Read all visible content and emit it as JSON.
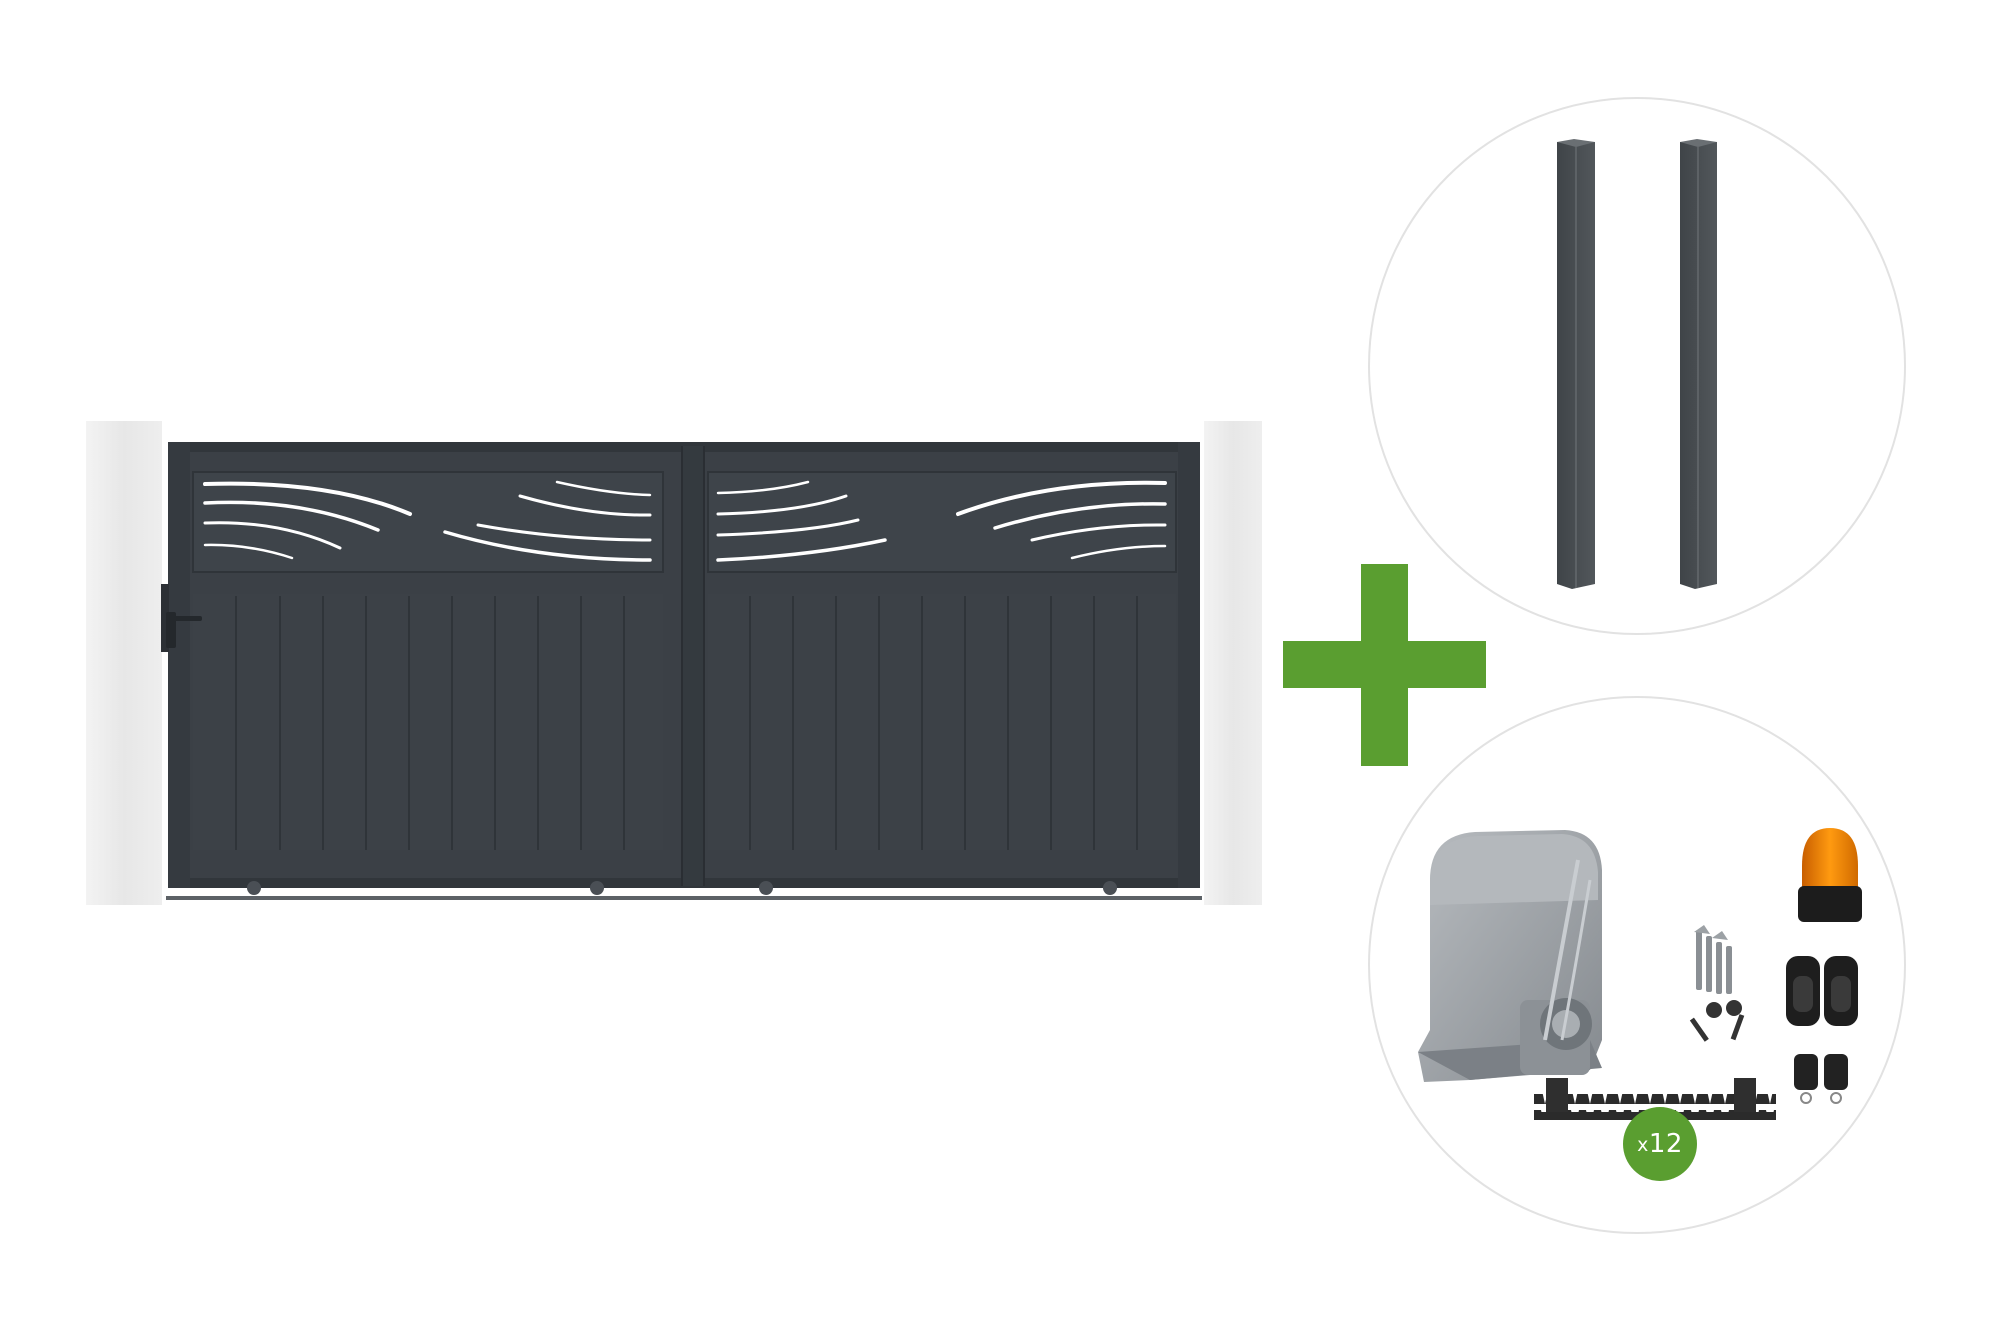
{
  "colors": {
    "gate": "#3b4046",
    "gate_frame": "#33383e",
    "gate_slat_line": "#2e3338",
    "post_body": "#4b5054",
    "pillar": "#ececec",
    "plus_sign": "#5a9e30",
    "badge": "#5a9e30",
    "circle_border": "#e2e2e2",
    "motor_grey": "#9ea3a8",
    "lamp_orange": "#f28a00",
    "rack": "#2b2b2b"
  },
  "icons": {
    "combine": "plus-icon",
    "posts": "square-posts",
    "motor": "sliding-gate-motor",
    "warning_light": "flashing-lamp",
    "photocells": "photocell-pair",
    "remotes": "remote-controls",
    "keys": "release-keys",
    "screws": "anchor-bolts",
    "rack": "gear-rack"
  },
  "kit": {
    "rack_count_prefix": "x",
    "rack_count_value": "12"
  }
}
